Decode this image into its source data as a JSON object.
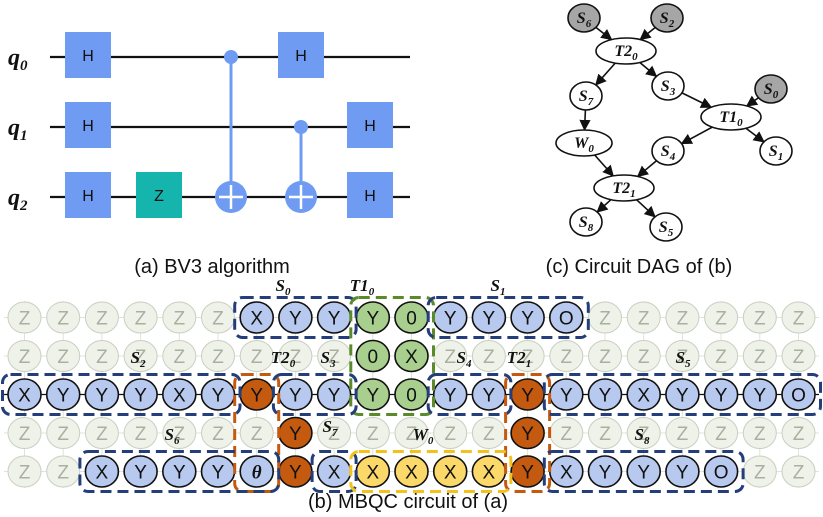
{
  "colors": {
    "gate_blue": "#6f9cf2",
    "gate_teal": "#15b5ad",
    "node_blue": "#b7c9ee",
    "node_green": "#a8cf8e",
    "node_orange": "#c45a10",
    "node_yellow": "#fbd86a",
    "node_gray": "#a6a6a6",
    "faded": "#eef2e8",
    "dash_navy": "#233e7a",
    "dash_green": "#5b8a2a",
    "dash_orange": "#c45a10",
    "dash_yellow": "#f2c21b"
  },
  "circuit": {
    "qubits": [
      {
        "base": "q",
        "sub": "0"
      },
      {
        "base": "q",
        "sub": "1"
      },
      {
        "base": "q",
        "sub": "2"
      }
    ],
    "h_label": "H",
    "z_label": "Z"
  },
  "captions": {
    "a": "(a) BV3 algorithm",
    "b": "(b) MBQC circuit of (a)",
    "c": "(c) Circuit DAG of (b)"
  },
  "dag": {
    "nodes": [
      {
        "id": "S6",
        "base": "S",
        "sub": "6",
        "shaded": true
      },
      {
        "id": "S2",
        "base": "S",
        "sub": "2",
        "shaded": true
      },
      {
        "id": "T20",
        "base": "T2",
        "sub": "0",
        "shaded": false
      },
      {
        "id": "S7",
        "base": "S",
        "sub": "7",
        "shaded": false
      },
      {
        "id": "S3",
        "base": "S",
        "sub": "3",
        "shaded": false
      },
      {
        "id": "S0",
        "base": "S",
        "sub": "0",
        "shaded": true
      },
      {
        "id": "T10",
        "base": "T1",
        "sub": "0",
        "shaded": false
      },
      {
        "id": "W0",
        "base": "W",
        "sub": "0",
        "shaded": false
      },
      {
        "id": "S4",
        "base": "S",
        "sub": "4",
        "shaded": false
      },
      {
        "id": "S1",
        "base": "S",
        "sub": "1",
        "shaded": false
      },
      {
        "id": "T21",
        "base": "T2",
        "sub": "1",
        "shaded": false
      },
      {
        "id": "S8",
        "base": "S",
        "sub": "8",
        "shaded": false
      },
      {
        "id": "S5",
        "base": "S",
        "sub": "5",
        "shaded": false
      }
    ],
    "edges": [
      [
        "S6",
        "T20"
      ],
      [
        "S2",
        "T20"
      ],
      [
        "T20",
        "S7"
      ],
      [
        "T20",
        "S3"
      ],
      [
        "S3",
        "T10"
      ],
      [
        "S0",
        "T10"
      ],
      [
        "S7",
        "W0"
      ],
      [
        "T10",
        "S4"
      ],
      [
        "T10",
        "S1"
      ],
      [
        "W0",
        "T21"
      ],
      [
        "S4",
        "T21"
      ],
      [
        "T21",
        "S8"
      ],
      [
        "T21",
        "S5"
      ]
    ]
  },
  "mbqc": {
    "rows": [
      [
        "Z",
        "Z",
        "Z",
        "Z",
        "Z",
        "Z",
        "X",
        "Y",
        "Y",
        "Y",
        "0",
        "Y",
        "Y",
        "Y",
        "O",
        "Z",
        "Z",
        "Z",
        "Z",
        "Z",
        "Z"
      ],
      [
        "Z",
        "Z",
        "Z",
        "Z",
        "Z",
        "Z",
        "Z",
        "Z",
        "Z",
        "0",
        "X",
        "Z",
        "Z",
        "Z",
        "Z",
        "Z",
        "Z",
        "Z",
        "Z",
        "Z",
        "Z"
      ],
      [
        "X",
        "Y",
        "Y",
        "Y",
        "X",
        "Y",
        "Y",
        "Y",
        "Y",
        "Y",
        "0",
        "Y",
        "Y",
        "Y",
        "Y",
        "Y",
        "X",
        "Y",
        "Y",
        "Y",
        "O"
      ],
      [
        "Z",
        "Z",
        "Z",
        "Z",
        "Z",
        "Z",
        "Z",
        "Y",
        "Z",
        "Z",
        "Z",
        "Z",
        "Z",
        "Y",
        "Z",
        "Z",
        "Z",
        "Z",
        "Z",
        "Z",
        "Z"
      ],
      [
        "Z",
        "Z",
        "X",
        "Y",
        "Y",
        "Y",
        "θ",
        "Y",
        "X",
        "X",
        "X",
        "X",
        "X",
        "Y",
        "X",
        "Y",
        "Y",
        "Y",
        "O",
        "Z",
        "Z"
      ]
    ],
    "colors_rows": [
      [
        "f",
        "f",
        "f",
        "f",
        "f",
        "f",
        "b",
        "b",
        "b",
        "g",
        "g",
        "b",
        "b",
        "b",
        "b",
        "f",
        "f",
        "f",
        "f",
        "f",
        "f"
      ],
      [
        "f",
        "f",
        "f",
        "f",
        "f",
        "f",
        "f",
        "f",
        "f",
        "g",
        "g",
        "f",
        "f",
        "f",
        "f",
        "f",
        "f",
        "f",
        "f",
        "f",
        "f"
      ],
      [
        "b",
        "b",
        "b",
        "b",
        "b",
        "b",
        "o",
        "b",
        "b",
        "g",
        "g",
        "b",
        "b",
        "o",
        "b",
        "b",
        "b",
        "b",
        "b",
        "b",
        "b"
      ],
      [
        "f",
        "f",
        "f",
        "f",
        "f",
        "f",
        "f",
        "o",
        "f",
        "f",
        "f",
        "f",
        "f",
        "o",
        "f",
        "f",
        "f",
        "f",
        "f",
        "f",
        "f"
      ],
      [
        "f",
        "f",
        "b",
        "b",
        "b",
        "b",
        "b",
        "o",
        "b",
        "y",
        "y",
        "y",
        "y",
        "o",
        "b",
        "b",
        "b",
        "b",
        "b",
        "f",
        "f"
      ]
    ],
    "labels": [
      {
        "base": "S",
        "sub": "0"
      },
      {
        "base": "T1",
        "sub": "0"
      },
      {
        "base": "S",
        "sub": "1"
      },
      {
        "base": "S",
        "sub": "2"
      },
      {
        "base": "T2",
        "sub": "0"
      },
      {
        "base": "S",
        "sub": "3"
      },
      {
        "base": "S",
        "sub": "4"
      },
      {
        "base": "T2",
        "sub": "1"
      },
      {
        "base": "S",
        "sub": "5"
      },
      {
        "base": "S",
        "sub": "6"
      },
      {
        "base": "S",
        "sub": "7"
      },
      {
        "base": "W",
        "sub": "0"
      },
      {
        "base": "S",
        "sub": "8"
      }
    ]
  }
}
